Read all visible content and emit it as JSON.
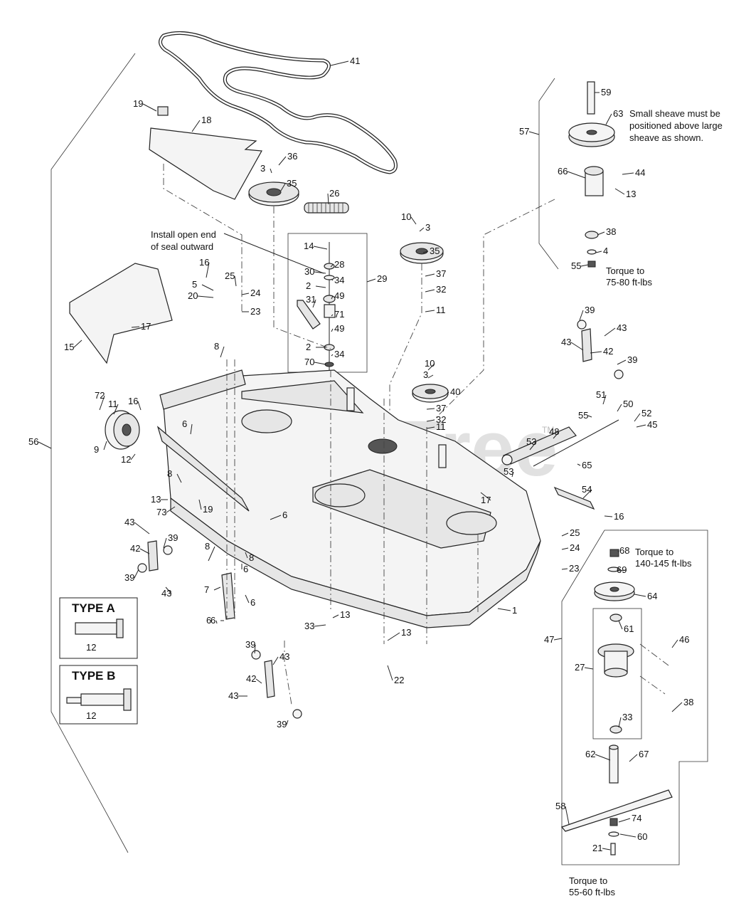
{
  "watermark": {
    "text": "PartsTree",
    "tm": "TM"
  },
  "notes": {
    "sheave_1": "Small sheave must be",
    "sheave_2": "positioned above large",
    "sheave_3": "sheave as shown.",
    "seal_1": "Install open end",
    "seal_2": "of seal outward",
    "torque_a_1": "Torque to",
    "torque_a_2": "75-80 ft-lbs",
    "torque_b_1": "Torque to",
    "torque_b_2": "140-145 ft-lbs",
    "torque_c_1": "Torque to",
    "torque_c_2": "55-60 ft-lbs"
  },
  "type_a": {
    "title": "TYPE A",
    "part": "12"
  },
  "type_b": {
    "title": "TYPE B",
    "part": "12"
  },
  "callouts": [
    "41",
    "19",
    "18",
    "36",
    "3",
    "35",
    "26",
    "10",
    "3",
    "35",
    "14",
    "28",
    "30",
    "34",
    "2",
    "49",
    "31",
    "71",
    "49",
    "2",
    "34",
    "70",
    "29",
    "37",
    "32",
    "11",
    "16",
    "25",
    "5",
    "24",
    "20",
    "23",
    "17",
    "15",
    "8",
    "72",
    "11",
    "16",
    "9",
    "12",
    "6",
    "13",
    "73",
    "8",
    "19",
    "43",
    "39",
    "42",
    "39",
    "43",
    "7",
    "6",
    "8",
    "6",
    "8",
    "6",
    "6",
    "6",
    "1",
    "33",
    "13",
    "13",
    "22",
    "39",
    "43",
    "42",
    "43",
    "39",
    "10",
    "3",
    "40",
    "37",
    "32",
    "11",
    "51",
    "50",
    "55",
    "52",
    "45",
    "53",
    "48",
    "53",
    "65",
    "17",
    "54",
    "16",
    "39",
    "43",
    "43",
    "42",
    "39",
    "59",
    "63",
    "57",
    "66",
    "44",
    "13",
    "38",
    "4",
    "55",
    "25",
    "24",
    "23",
    "56",
    "68",
    "69",
    "64",
    "47",
    "61",
    "46",
    "27",
    "33",
    "38",
    "62",
    "67",
    "58",
    "74",
    "60",
    "21"
  ]
}
